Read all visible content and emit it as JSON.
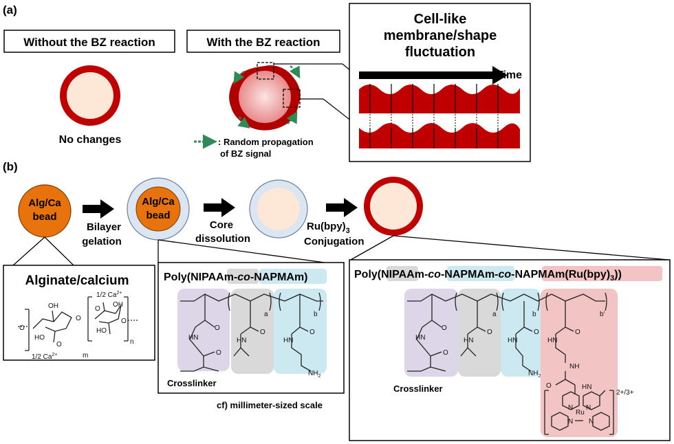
{
  "panel_a": {
    "label": "(a)",
    "without_label": "Without the BZ reaction",
    "with_label": "With the BZ reaction",
    "no_changes": "No changes",
    "legend_line1": ": Random propagation",
    "legend_line2": "of BZ signal",
    "fluct_title_line1": "Cell-like",
    "fluct_title_line2": "membrane/shape",
    "fluct_title_line3": "fluctuation",
    "time_label": "Time"
  },
  "panel_b": {
    "label": "(b)",
    "bead_line1": "Alg/Ca",
    "bead_line2": "bead",
    "step1_line1": "Bilayer",
    "step1_line2": "gelation",
    "step2_line1": "Core",
    "step2_line2": "dissolution",
    "step3_line1_main": "Ru(bpy)",
    "step3_line1_sub": "3",
    "step3_line2": "Conjugation",
    "alg_box_title": "Alginate/calcium",
    "poly1_prefix": "Poly(",
    "poly1_nipaam": "NIPAAm",
    "poly1_co": "-co-",
    "poly1_napmam": "NAPMAm",
    "poly1_suffix": ")",
    "poly2_prefix": "Poly(",
    "poly2_nipaam": "NIPAAm",
    "poly2_co1": "-co-",
    "poly2_napmam": "NAPMAm",
    "poly2_co2": "-co-",
    "poly2_ru": "NAPMAm(Ru(bpy)",
    "poly2_ru_sub": "3",
    "poly2_suffix": "))",
    "crosslinker": "Crosslinker",
    "scale_note": "cf) millimeter-sized  scale",
    "chem_labels": {
      "ca": "1/2 Ca",
      "ca_charge": "2+",
      "oh": "OH",
      "ho": "HO",
      "o": "O",
      "o_minus": "O",
      "m": "m",
      "n": "n",
      "a": "a",
      "b": "b",
      "bprime": "b'",
      "hn": "HN",
      "nh": "NH",
      "nh2": "NH",
      "nh2_sub": "2",
      "ru": "Ru",
      "n_atom": "N",
      "charge": "2+/3+"
    }
  },
  "colors": {
    "membrane_red": "#c00000",
    "core_pink": "#fde8d8",
    "bead_orange": "#e8730c",
    "shell_blue": "#dce6f2",
    "grey_highlight": "#d9d9d9",
    "blue_highlight": "#cce8f0",
    "pink_highlight": "#f2c4c4",
    "purple_highlight": "#ddd6e8",
    "arrow_green": "#2e8b57"
  }
}
